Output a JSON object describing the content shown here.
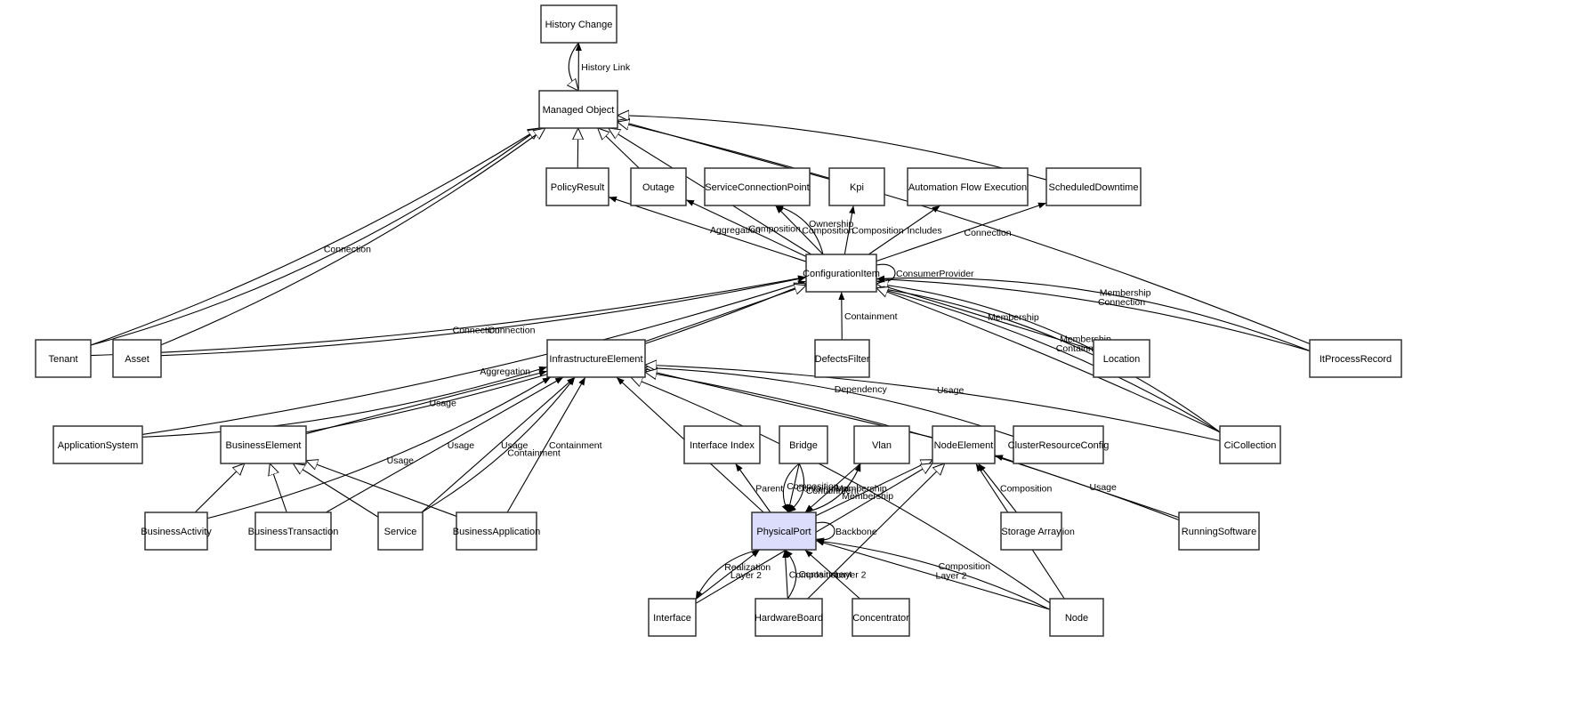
{
  "diagram": {
    "title": "",
    "highlighted_node": "PhysicalPort",
    "highlight_color": "#dcdcfc",
    "nodes": [
      {
        "id": "HistoryChange",
        "label": "History Change"
      },
      {
        "id": "ManagedObject",
        "label": "Managed Object"
      },
      {
        "id": "PolicyResult",
        "label": "PolicyResult"
      },
      {
        "id": "Outage",
        "label": "Outage"
      },
      {
        "id": "ServiceConnectionPoint",
        "label": "ServiceConnectionPoint"
      },
      {
        "id": "Kpi",
        "label": "Kpi"
      },
      {
        "id": "AutomationFlowExecution",
        "label": "Automation Flow Execution"
      },
      {
        "id": "ScheduledDowntime",
        "label": "ScheduledDowntime"
      },
      {
        "id": "ConfigurationItem",
        "label": "ConfigurationItem"
      },
      {
        "id": "Tenant",
        "label": "Tenant"
      },
      {
        "id": "Asset",
        "label": "Asset"
      },
      {
        "id": "InfrastructureElement",
        "label": "InfrastructureElement"
      },
      {
        "id": "DefectsFilter",
        "label": "DefectsFilter"
      },
      {
        "id": "Location",
        "label": "Location"
      },
      {
        "id": "ItProcessRecord",
        "label": "ItProcessRecord"
      },
      {
        "id": "ApplicationSystem",
        "label": "ApplicationSystem"
      },
      {
        "id": "BusinessElement",
        "label": "BusinessElement"
      },
      {
        "id": "InterfaceIndex",
        "label": "Interface Index"
      },
      {
        "id": "Bridge",
        "label": "Bridge"
      },
      {
        "id": "Vlan",
        "label": "Vlan"
      },
      {
        "id": "NodeElement",
        "label": "NodeElement"
      },
      {
        "id": "ClusterResourceConfig",
        "label": "ClusterResourceConfig"
      },
      {
        "id": "CiCollection",
        "label": "CiCollection"
      },
      {
        "id": "BusinessActivity",
        "label": "BusinessActivity"
      },
      {
        "id": "BusinessTransaction",
        "label": "BusinessTransaction"
      },
      {
        "id": "Service",
        "label": "Service"
      },
      {
        "id": "BusinessApplication",
        "label": "BusinessApplication"
      },
      {
        "id": "PhysicalPort",
        "label": "PhysicalPort"
      },
      {
        "id": "StorageArray",
        "label": "Storage Array"
      },
      {
        "id": "RunningSoftware",
        "label": "RunningSoftware"
      },
      {
        "id": "Interface",
        "label": "Interface"
      },
      {
        "id": "HardwareBoard",
        "label": "HardwareBoard"
      },
      {
        "id": "Concentrator",
        "label": "Concentrator"
      },
      {
        "id": "Node",
        "label": "Node"
      }
    ],
    "edges": [
      {
        "from": "ManagedObject",
        "to": "HistoryChange",
        "label": "History Link",
        "type": "association"
      },
      {
        "from": "HistoryChange",
        "to": "ManagedObject",
        "label": "",
        "type": "inheritance"
      },
      {
        "from": "PolicyResult",
        "to": "ManagedObject",
        "label": "",
        "type": "inheritance"
      },
      {
        "from": "Outage",
        "to": "ManagedObject",
        "label": "",
        "type": "inheritance"
      },
      {
        "from": "Kpi",
        "to": "ManagedObject",
        "label": "",
        "type": "inheritance"
      },
      {
        "from": "ScheduledDowntime",
        "to": "ManagedObject",
        "label": "",
        "type": "inheritance"
      },
      {
        "from": "ConfigurationItem",
        "to": "ManagedObject",
        "label": "",
        "type": "inheritance"
      },
      {
        "from": "Tenant",
        "to": "ManagedObject",
        "label": "Connection",
        "type": "inheritance"
      },
      {
        "from": "Tenant",
        "to": "ManagedObject",
        "label": "",
        "type": "inheritance"
      },
      {
        "from": "Asset",
        "to": "ManagedObject",
        "label": "",
        "type": "inheritance"
      },
      {
        "from": "ItProcessRecord",
        "to": "ManagedObject",
        "label": "",
        "type": "inheritance"
      },
      {
        "from": "ConfigurationItem",
        "to": "PolicyResult",
        "label": "Aggregation",
        "type": "association"
      },
      {
        "from": "ConfigurationItem",
        "to": "Outage",
        "label": "Composition",
        "type": "association"
      },
      {
        "from": "ConfigurationItem",
        "to": "ServiceConnectionPoint",
        "label": "Composition",
        "type": "association"
      },
      {
        "from": "ConfigurationItem",
        "to": "ServiceConnectionPoint",
        "label": "Ownership",
        "type": "association"
      },
      {
        "from": "ConfigurationItem",
        "to": "Kpi",
        "label": "Composition",
        "type": "association"
      },
      {
        "from": "ConfigurationItem",
        "to": "AutomationFlowExecution",
        "label": "Includes",
        "type": "association"
      },
      {
        "from": "ConfigurationItem",
        "to": "ScheduledDowntime",
        "label": "Connection",
        "type": "association"
      },
      {
        "from": "ConfigurationItem",
        "to": "ConfigurationItem",
        "label": "ConsumerProvider",
        "type": "association"
      },
      {
        "from": "Tenant",
        "to": "ConfigurationItem",
        "label": "Connection",
        "type": "association"
      },
      {
        "from": "Asset",
        "to": "ConfigurationItem",
        "label": "Connection",
        "type": "association"
      },
      {
        "from": "ApplicationSystem",
        "to": "ConfigurationItem",
        "label": "Aggregation",
        "type": "association"
      },
      {
        "from": "BusinessElement",
        "to": "ConfigurationItem",
        "label": "",
        "type": "inheritance"
      },
      {
        "from": "InfrastructureElement",
        "to": "ConfigurationItem",
        "label": "",
        "type": "inheritance"
      },
      {
        "from": "DefectsFilter",
        "to": "ConfigurationItem",
        "label": "Containment",
        "type": "association"
      },
      {
        "from": "CiCollection",
        "to": "ConfigurationItem",
        "label": "Containment",
        "type": "association"
      },
      {
        "from": "Location",
        "to": "ConfigurationItem",
        "label": "Membership",
        "type": "association"
      },
      {
        "from": "Location",
        "to": "ConfigurationItem",
        "label": "",
        "type": "inheritance"
      },
      {
        "from": "CiCollection",
        "to": "ConfigurationItem",
        "label": "Membership",
        "type": "association"
      },
      {
        "from": "CiCollection",
        "to": "ConfigurationItem",
        "label": "",
        "type": "inheritance"
      },
      {
        "from": "ItProcessRecord",
        "to": "ConfigurationItem",
        "label": "Connection",
        "type": "association"
      },
      {
        "from": "ItProcessRecord",
        "to": "ConfigurationItem",
        "label": "Membership",
        "type": "association"
      },
      {
        "from": "ApplicationSystem",
        "to": "InfrastructureElement",
        "label": "",
        "type": "association"
      },
      {
        "from": "BusinessElement",
        "to": "InfrastructureElement",
        "label": "Usage",
        "type": "association"
      },
      {
        "from": "BusinessActivity",
        "to": "InfrastructureElement",
        "label": "Usage",
        "type": "association"
      },
      {
        "from": "BusinessTransaction",
        "to": "InfrastructureElement",
        "label": "Usage",
        "type": "association"
      },
      {
        "from": "Service",
        "to": "InfrastructureElement",
        "label": "Usage",
        "type": "association"
      },
      {
        "from": "Service",
        "to": "InfrastructureElement",
        "label": "Containment",
        "type": "association"
      },
      {
        "from": "BusinessApplication",
        "to": "InfrastructureElement",
        "label": "Containment",
        "type": "association"
      },
      {
        "from": "PhysicalPort",
        "to": "InfrastructureElement",
        "label": "Usage",
        "type": "association"
      },
      {
        "from": "NodeElement",
        "to": "InfrastructureElement",
        "label": "",
        "type": "inheritance"
      },
      {
        "from": "ClusterResourceConfig",
        "to": "InfrastructureElement",
        "label": "Dependency",
        "type": "inheritance"
      },
      {
        "from": "CiCollection",
        "to": "InfrastructureElement",
        "label": "Usage",
        "type": "inheritance"
      },
      {
        "from": "RunningSoftware",
        "to": "InfrastructureElement",
        "label": "",
        "type": "inheritance"
      },
      {
        "from": "Node",
        "to": "InfrastructureElement",
        "label": "",
        "type": "inheritance"
      },
      {
        "from": "BusinessActivity",
        "to": "BusinessElement",
        "label": "",
        "type": "inheritance"
      },
      {
        "from": "BusinessTransaction",
        "to": "BusinessElement",
        "label": "",
        "type": "inheritance"
      },
      {
        "from": "Service",
        "to": "BusinessElement",
        "label": "",
        "type": "inheritance"
      },
      {
        "from": "BusinessApplication",
        "to": "BusinessElement",
        "label": "",
        "type": "inheritance"
      },
      {
        "from": "PhysicalPort",
        "to": "InterfaceIndex",
        "label": "Parent",
        "type": "association"
      },
      {
        "from": "Bridge",
        "to": "PhysicalPort",
        "label": "Containment",
        "type": "association"
      },
      {
        "from": "Bridge",
        "to": "PhysicalPort",
        "label": "Composition",
        "type": "association"
      },
      {
        "from": "Bridge",
        "to": "PhysicalPort",
        "label": "Containment",
        "type": "association"
      },
      {
        "from": "Vlan",
        "to": "PhysicalPort",
        "label": "Membership",
        "type": "association"
      },
      {
        "from": "PhysicalPort",
        "to": "Vlan",
        "label": "Membership",
        "type": "association"
      },
      {
        "from": "PhysicalPort",
        "to": "NodeElement",
        "label": "",
        "type": "inheritance"
      },
      {
        "from": "StorageArray",
        "to": "NodeElement",
        "label": "Composition",
        "type": "association"
      },
      {
        "from": "RunningSoftware",
        "to": "NodeElement",
        "label": "Usage",
        "type": "association"
      },
      {
        "from": "Node",
        "to": "NodeElement",
        "label": "Composition",
        "type": "association"
      },
      {
        "from": "Interface",
        "to": "NodeElement",
        "label": "",
        "type": "inheritance"
      },
      {
        "from": "HardwareBoard",
        "to": "NodeElement",
        "label": "",
        "type": "inheritance"
      },
      {
        "from": "PhysicalPort",
        "to": "PhysicalPort",
        "label": "Backbone",
        "type": "association"
      },
      {
        "from": "Interface",
        "to": "PhysicalPort",
        "label": "Layer 2",
        "type": "association"
      },
      {
        "from": "PhysicalPort",
        "to": "Interface",
        "label": "Realization",
        "type": "association"
      },
      {
        "from": "HardwareBoard",
        "to": "PhysicalPort",
        "label": "Composition",
        "type": "association"
      },
      {
        "from": "HardwareBoard",
        "to": "PhysicalPort",
        "label": "Containment",
        "type": "association"
      },
      {
        "from": "Concentrator",
        "to": "PhysicalPort",
        "label": "Layer 2",
        "type": "association"
      },
      {
        "from": "Node",
        "to": "PhysicalPort",
        "label": "Layer 2",
        "type": "association"
      },
      {
        "from": "Node",
        "to": "PhysicalPort",
        "label": "Composition",
        "type": "association"
      }
    ]
  }
}
